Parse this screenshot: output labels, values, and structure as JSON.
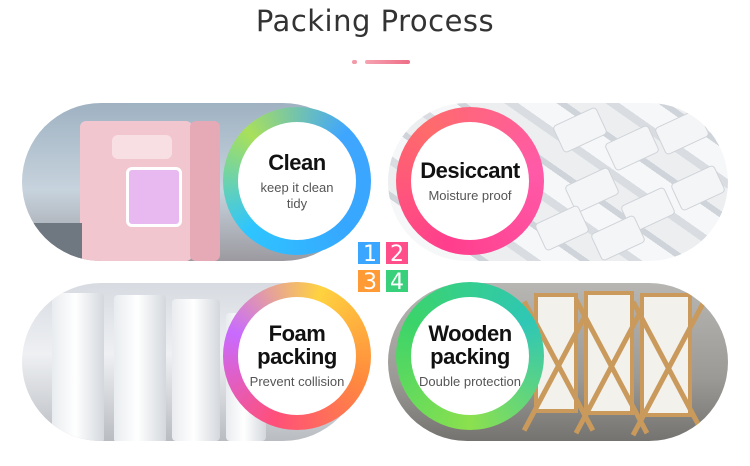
{
  "title": "Packing Process",
  "accent_colors": {
    "clean": "#36a7ff",
    "desiccant": "#ff3e8d",
    "foam": "#ff8a3d",
    "wooden": "#3bd46a"
  },
  "steps": [
    {
      "number": "1",
      "heading": "Clean",
      "subtitle_line1": "keep it clean",
      "subtitle_line2": "tidy"
    },
    {
      "number": "2",
      "heading": "Desiccant",
      "subtitle": "Moisture proof"
    },
    {
      "number": "3",
      "heading_line1": "Foam",
      "heading_line2": "packing",
      "subtitle": "Prevent collision"
    },
    {
      "number": "4",
      "heading_line1": "Wooden",
      "heading_line2": "packing",
      "subtitle": "Double protection"
    }
  ]
}
